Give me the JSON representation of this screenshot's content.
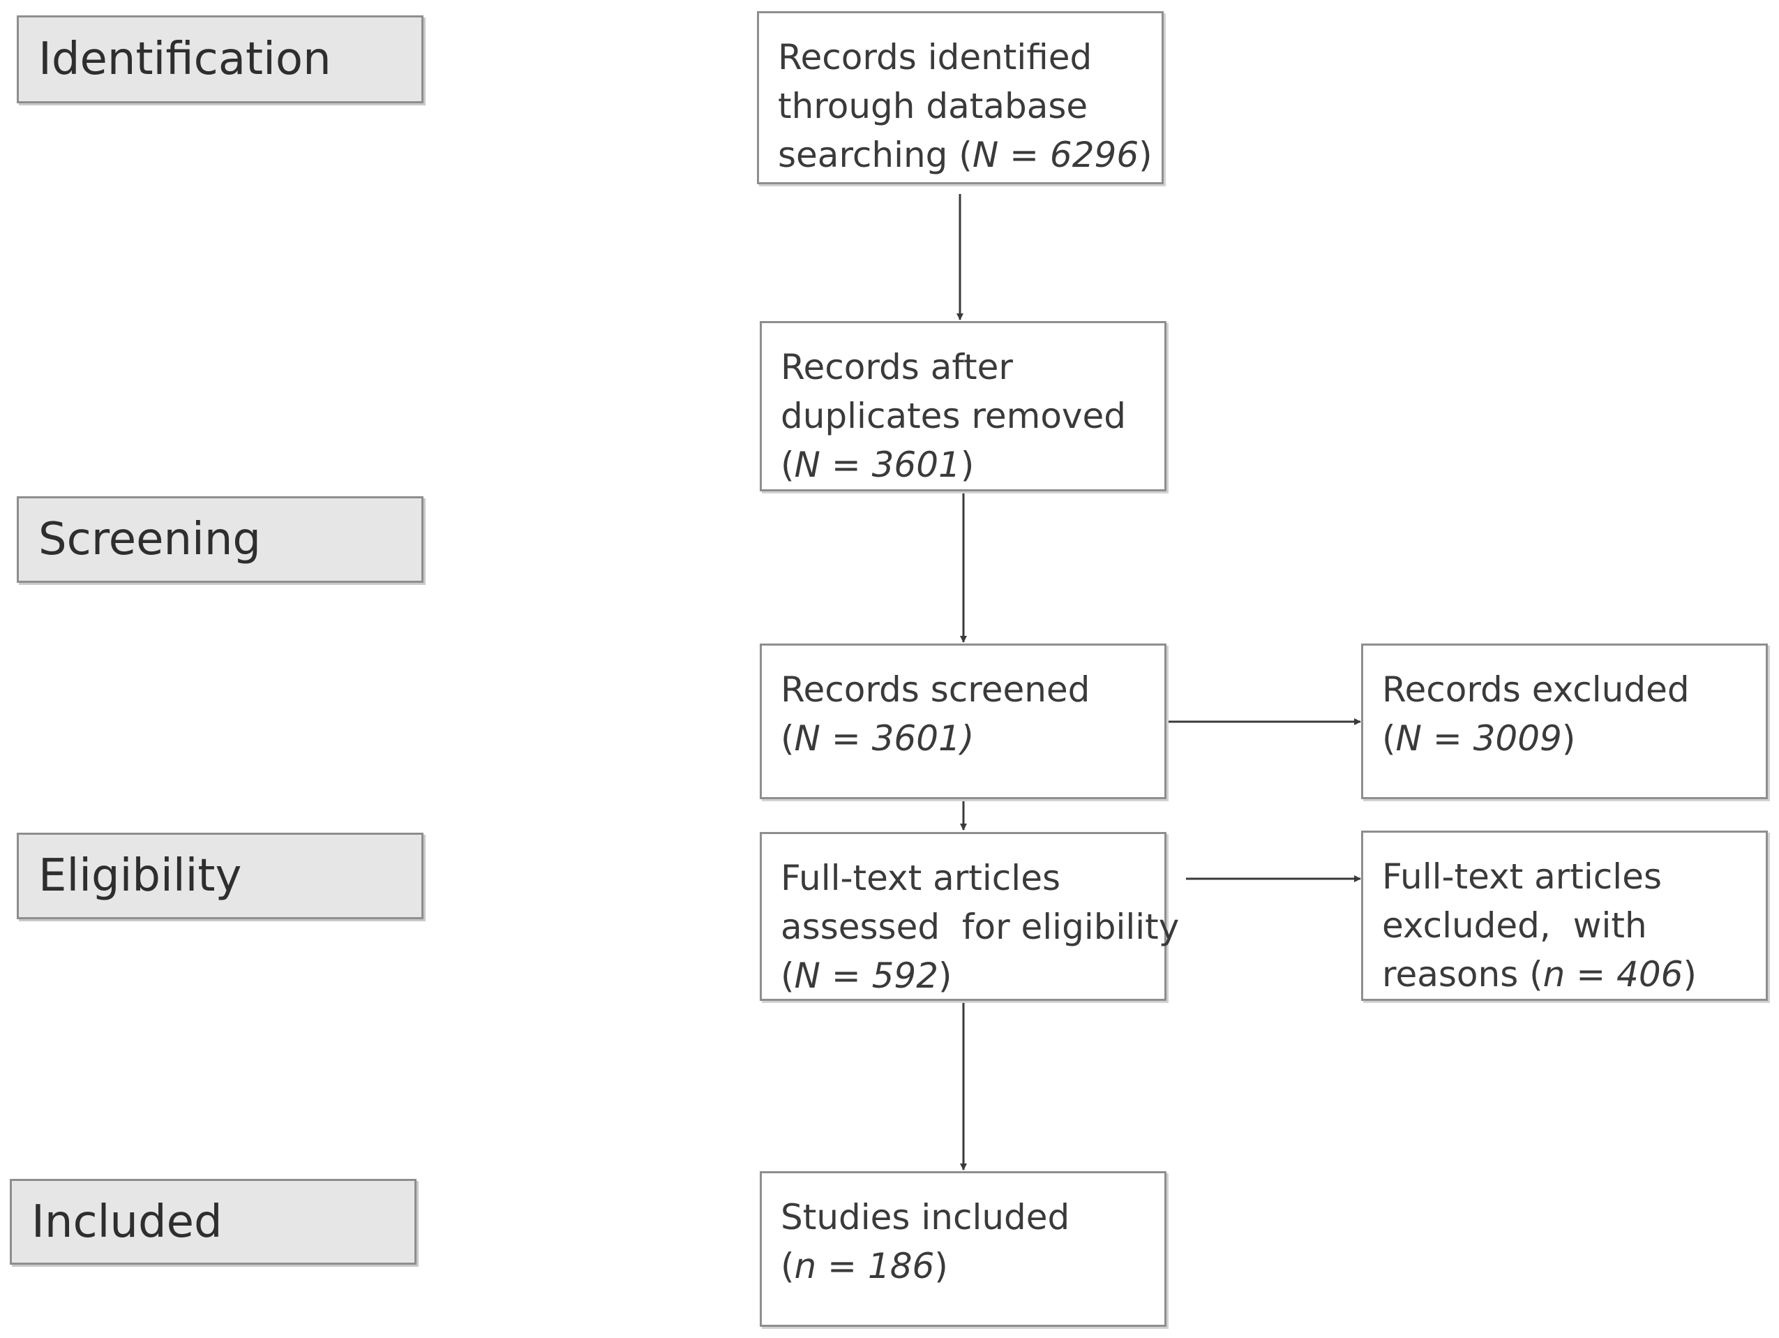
{
  "stages": {
    "identification": "Identification",
    "screening": "Screening",
    "eligibility": "Eligibility",
    "included": "Included"
  },
  "boxes": {
    "identified": {
      "lines": [
        "Records identified",
        "through database"
      ],
      "count_prefix": "searching (",
      "count_var": "N",
      "count_eq": " =  ",
      "count_value": "6296",
      "count_suffix": ")"
    },
    "deduplicated": {
      "lines": [
        "Records after",
        "duplicates removed"
      ],
      "count_prefix": "(",
      "count_var": "N",
      "count_eq": " = ",
      "count_value": "3601",
      "count_suffix": ")"
    },
    "screened": {
      "lines": [
        "Records screened"
      ],
      "count_prefix": "(",
      "count_var": "N",
      "count_eq": " = ",
      "count_value": "3601)",
      "count_suffix": ""
    },
    "excluded": {
      "lines": [
        "Records excluded"
      ],
      "count_prefix": "(",
      "count_var": "N",
      "count_eq": " = ",
      "count_value": "3009",
      "count_suffix": ")"
    },
    "fulltext": {
      "lines": [
        "Full-text articles",
        "assessed  for eligibility"
      ],
      "count_prefix": "(",
      "count_var": "N",
      "count_eq": " = ",
      "count_value": "592",
      "count_suffix": ")"
    },
    "fulltext_excluded": {
      "lines": [
        "Full-text articles",
        "excluded,  with"
      ],
      "count_prefix": "reasons (",
      "count_var": "n",
      "count_eq": " = ",
      "count_value": "406",
      "count_suffix": ")"
    },
    "included": {
      "lines": [
        "Studies included"
      ],
      "count_prefix": "(",
      "count_var": "n",
      "count_eq": " = ",
      "count_value": "186",
      "count_suffix": ")"
    }
  },
  "colors": {
    "border": "#8e8e8e",
    "stage_fill": "#e6e6e6",
    "text": "#3a3a3a",
    "arrow": "#3a3a3a"
  }
}
